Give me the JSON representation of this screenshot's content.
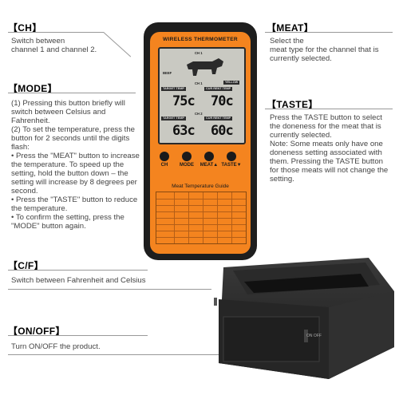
{
  "callouts": {
    "ch": {
      "title": "【CH】",
      "lines": [
        "Switch between",
        "channel 1 and channel 2."
      ]
    },
    "meat": {
      "title": "【MEAT】",
      "lines": [
        "Select the",
        "meat type for the channel that is",
        "currently selected."
      ]
    },
    "mode": {
      "title": "【MODE】",
      "lines": [
        "(1) Pressing this button briefly will",
        "switch between Celsius and",
        "Fahrenheit.",
        "(2) To set the temperature, press the",
        "button for 2 seconds until the digits",
        "flash:",
        "• Press the \"MEAT\" button to increase",
        "the temperature. To speed up the",
        "setting, hold the button down – the",
        "setting will increase by 8 degrees per",
        "second.",
        "• Press the \"TASTE\" button to reduce",
        "the temperature.",
        "• To confirm the setting, press the",
        "\"MODE\" button again."
      ]
    },
    "taste": {
      "title": "【TASTE】",
      "lines": [
        "Press the TASTE button to select",
        "the doneness for the meat that is",
        "currently selected.",
        "Note: Some meats only have one",
        "doneness setting associated with",
        "them. Pressing the TASTE button",
        "for those meats will not change the",
        "setting."
      ]
    },
    "cf": {
      "title": "【C/F】",
      "lines": [
        "Switch between Fahrenheit and Celsius"
      ]
    },
    "onoff": {
      "title": "【ON/OFF】",
      "lines": [
        "Turn ON/OFF the product."
      ]
    }
  },
  "device": {
    "brand": "WIRELESS THERMOMETER",
    "lcd": {
      "ch1": "CH 1",
      "ch2": "CH 2",
      "beef": "BEEF",
      "yellow": "YELLOW",
      "target1": "TARGET TEMP",
      "current1": "CUR RENT TEMP",
      "target2": "TARGET TEMP",
      "current2": "CUR RENT TEMP",
      "t1": "75c",
      "c1": "70c",
      "t2": "63c",
      "c2": "60c",
      "chtop": "CH 1"
    },
    "buttons": [
      "CH",
      "MODE",
      "MEAT▲",
      "TASTE▼"
    ],
    "guide_title": "Meat Temperature Guide"
  },
  "base_unit": {
    "side_label": "ON OFF"
  }
}
